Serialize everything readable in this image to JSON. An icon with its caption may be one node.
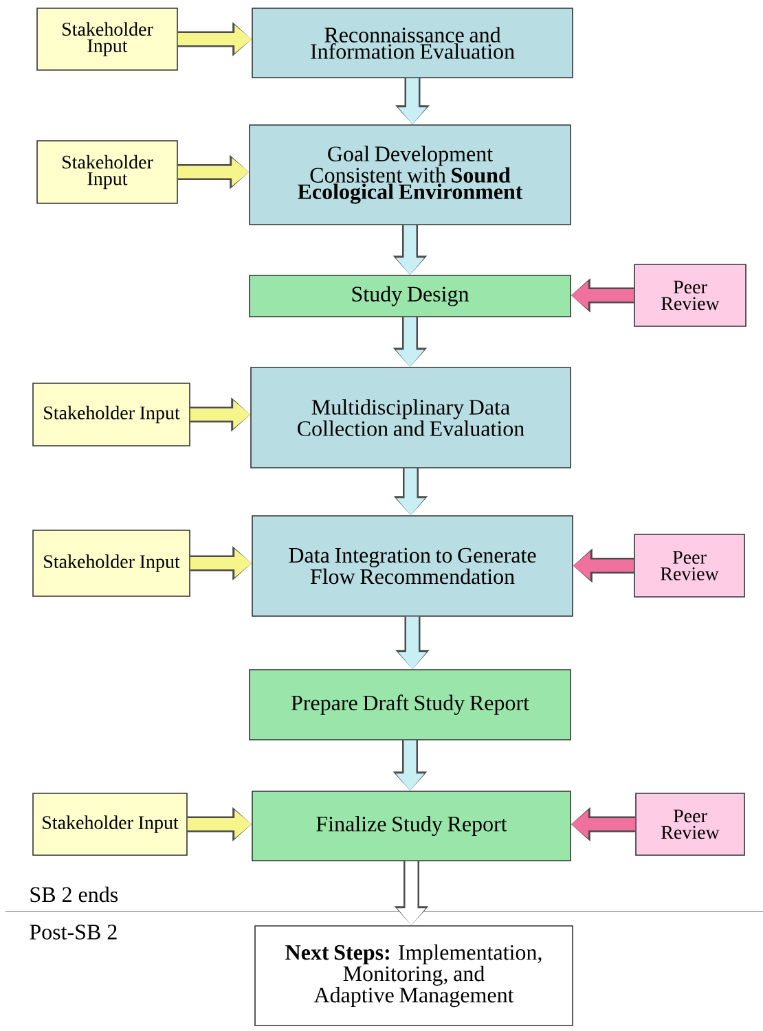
{
  "diagram": {
    "nodes": [
      {
        "text": [
          "Stakeholder Input"
        ]
      },
      {
        "text": [
          "Reconnaissance and Information Evaluation"
        ]
      },
      {
        "text": [
          "Stakeholder Input"
        ]
      },
      {
        "text": [
          "Goal Development Consistent with **Sound Ecological Environment**"
        ]
      },
      {
        "text": [
          "Study Design"
        ]
      },
      {
        "text": [
          "Peer Review"
        ]
      },
      {
        "text": [
          "Stakeholder Input"
        ]
      },
      {
        "text": [
          "Multidisciplinary Data Collection and Evaluation"
        ]
      },
      {
        "text": [
          "Stakeholder Input"
        ]
      },
      {
        "text": [
          "Data Integration to Generate Flow Recommendation"
        ]
      },
      {
        "text": [
          "Peer Review"
        ]
      },
      {
        "text": [
          "Prepare Draft Study Report"
        ]
      },
      {
        "text": [
          "Stakeholder Input"
        ]
      },
      {
        "text": [
          "Finalize Study Report"
        ]
      },
      {
        "text": [
          "Peer Review"
        ]
      },
      {
        "text": [
          "**Next Steps:** Implementation, Monitoring, and Adaptive Management"
        ]
      }
    ],
    "edges": [
      {
        "from": 0,
        "to": 1,
        "arrow": "to",
        "color": "#f5f58c"
      },
      {
        "from": 1,
        "to": 3,
        "arrow": "to"
      },
      {
        "from": 2,
        "to": 3,
        "arrow": "to",
        "color": "#f5f58c"
      },
      {
        "from": 3,
        "to": 4,
        "arrow": "to"
      },
      {
        "from": 5,
        "to": 4,
        "arrow": "to",
        "color": "#f0709e"
      },
      {
        "from": 4,
        "to": 7,
        "arrow": "to"
      },
      {
        "from": 6,
        "to": 7,
        "arrow": "to",
        "color": "#f5f58c"
      },
      {
        "from": 7,
        "to": 9,
        "arrow": "to"
      },
      {
        "from": 8,
        "to": 9,
        "arrow": "to",
        "color": "#f5f58c"
      },
      {
        "from": 10,
        "to": 9,
        "arrow": "to",
        "color": "#f0709e"
      },
      {
        "from": 9,
        "to": 11,
        "arrow": "to"
      },
      {
        "from": 11,
        "to": 13,
        "arrow": "to"
      },
      {
        "from": 12,
        "to": 13,
        "arrow": "to",
        "color": "#f5f58c"
      },
      {
        "from": 14,
        "to": 13,
        "arrow": "to",
        "color": "#f0709e"
      },
      {
        "from": 13,
        "to": 15,
        "arrow": "to",
        "color": "#ffffff"
      }
    ],
    "labels": [
      "SB 2 ends",
      "Post-SB 2"
    ]
  }
}
